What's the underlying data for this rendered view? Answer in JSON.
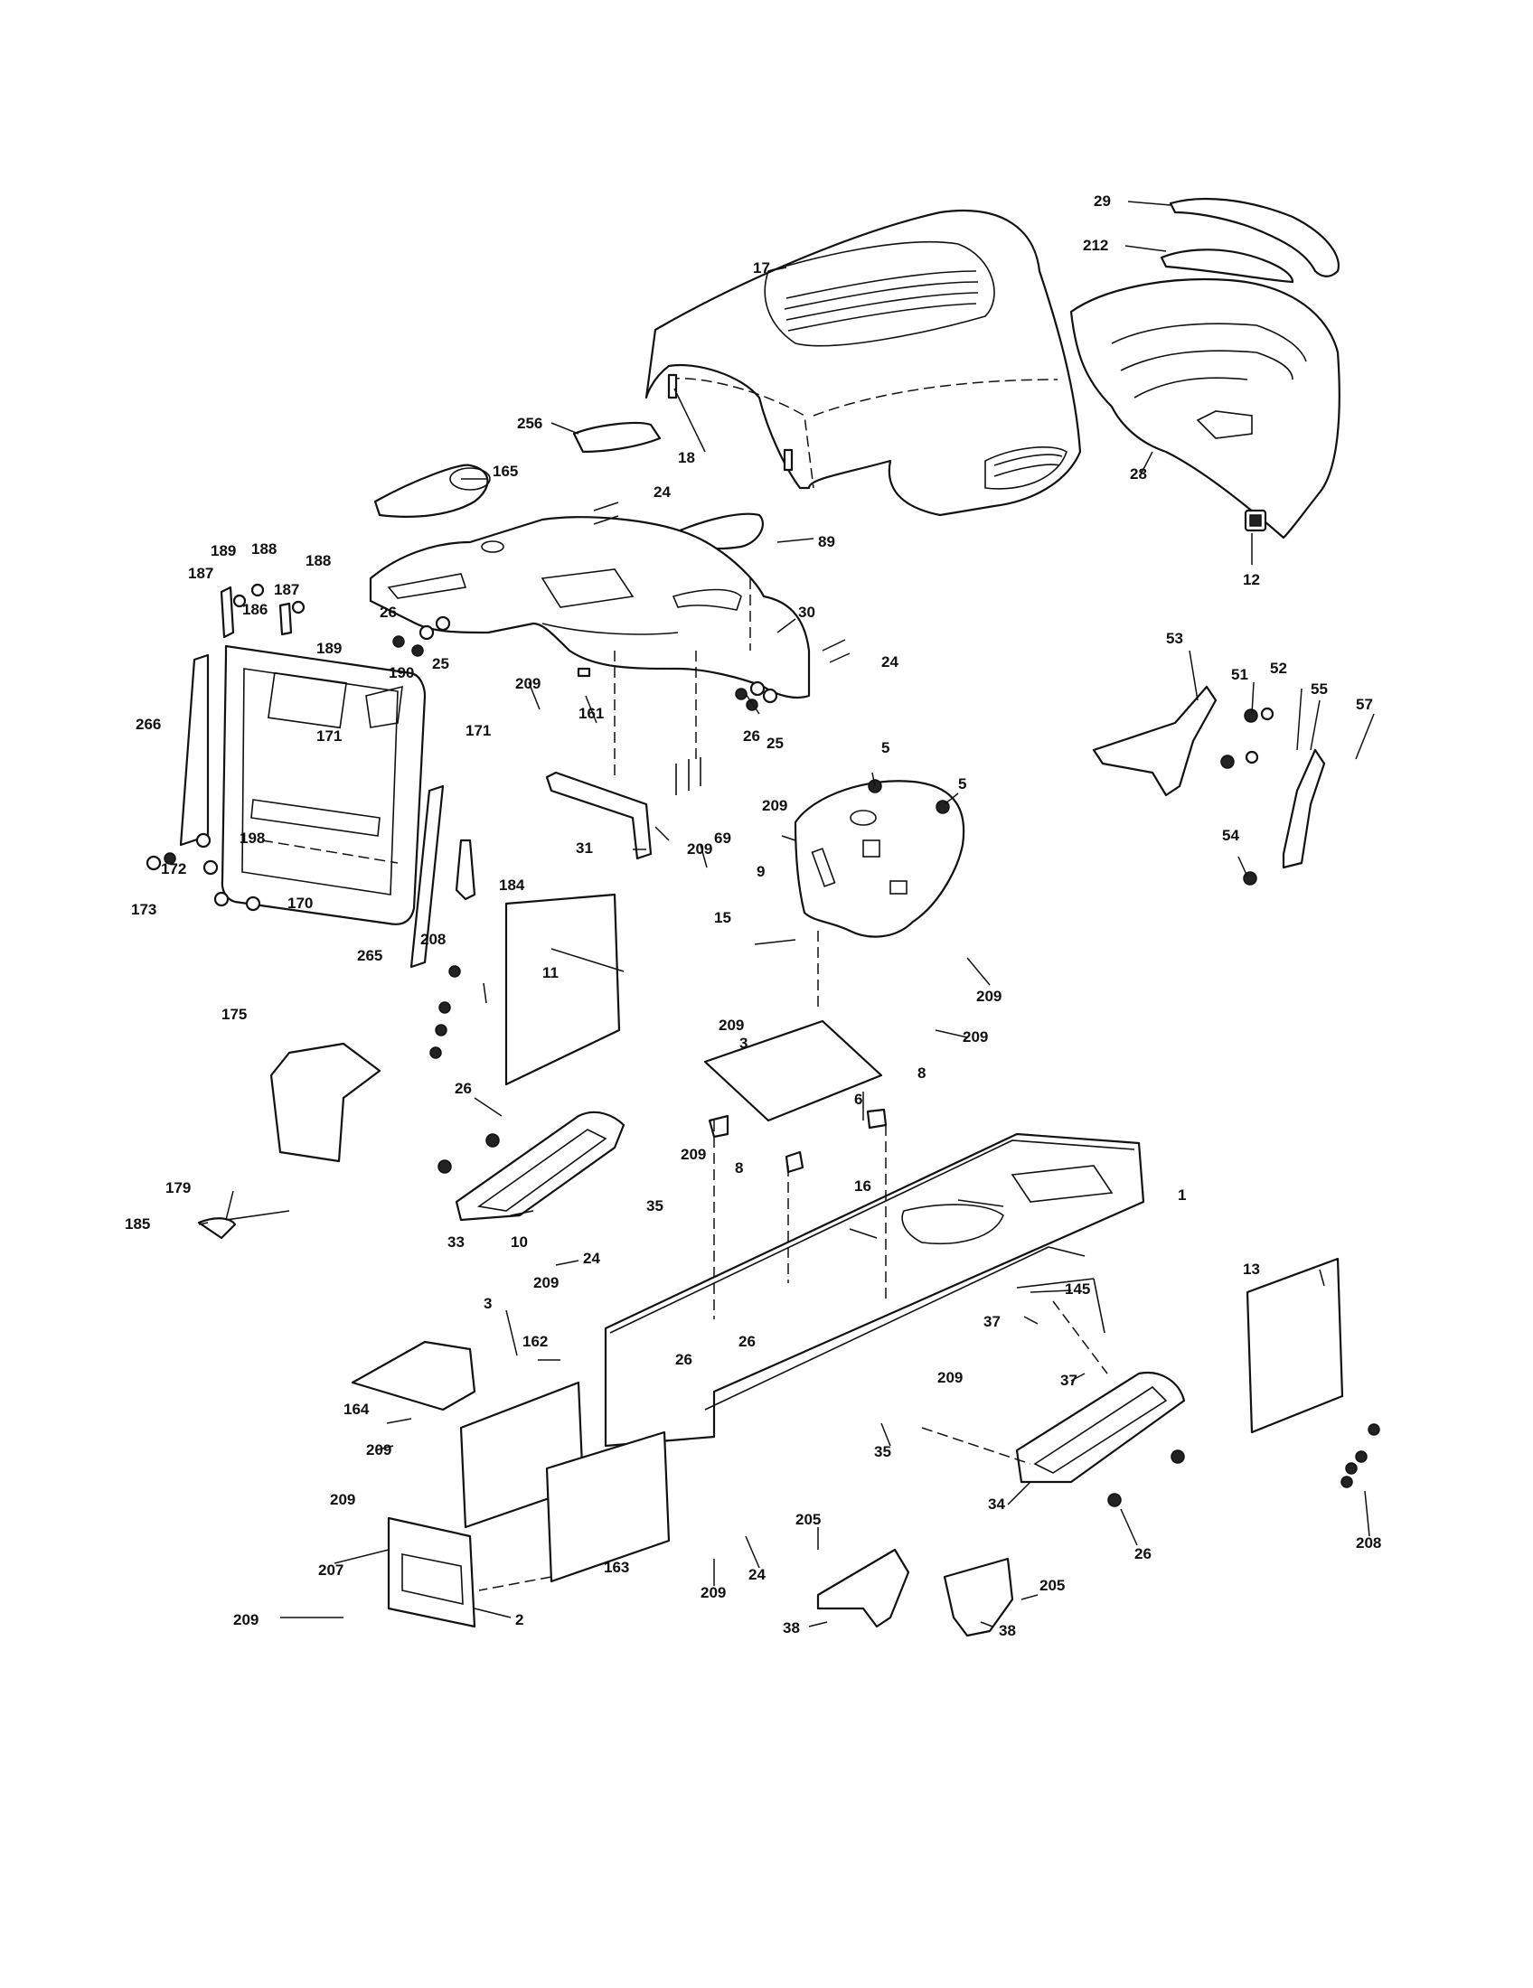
{
  "diagram": {
    "labels": [
      {
        "id": "l29",
        "text": "29"
      },
      {
        "id": "l212",
        "text": "212"
      },
      {
        "id": "l17",
        "text": "17"
      },
      {
        "id": "l256",
        "text": "256"
      },
      {
        "id": "l18",
        "text": "18"
      },
      {
        "id": "l28",
        "text": "28"
      },
      {
        "id": "l165",
        "text": "165"
      },
      {
        "id": "l24a",
        "text": "24"
      },
      {
        "id": "l89",
        "text": "89"
      },
      {
        "id": "l12",
        "text": "12"
      },
      {
        "id": "l189a",
        "text": "189"
      },
      {
        "id": "l188a",
        "text": "188"
      },
      {
        "id": "l187a",
        "text": "187"
      },
      {
        "id": "l188b",
        "text": "188"
      },
      {
        "id": "l186",
        "text": "186"
      },
      {
        "id": "l187b",
        "text": "187"
      },
      {
        "id": "l189b",
        "text": "189"
      },
      {
        "id": "l26a",
        "text": "26"
      },
      {
        "id": "l25a",
        "text": "25"
      },
      {
        "id": "l30",
        "text": "30"
      },
      {
        "id": "l24b",
        "text": "24"
      },
      {
        "id": "l190",
        "text": "190"
      },
      {
        "id": "l209a",
        "text": "209"
      },
      {
        "id": "l161",
        "text": "161"
      },
      {
        "id": "l26b",
        "text": "26"
      },
      {
        "id": "l25b",
        "text": "25"
      },
      {
        "id": "l266",
        "text": "266"
      },
      {
        "id": "l171a",
        "text": "171"
      },
      {
        "id": "l171b",
        "text": "171"
      },
      {
        "id": "l53",
        "text": "53"
      },
      {
        "id": "l51",
        "text": "51"
      },
      {
        "id": "l52",
        "text": "52"
      },
      {
        "id": "l55",
        "text": "55"
      },
      {
        "id": "l57",
        "text": "57"
      },
      {
        "id": "l5a",
        "text": "5"
      },
      {
        "id": "l5b",
        "text": "5"
      },
      {
        "id": "l69",
        "text": "69"
      },
      {
        "id": "l209b",
        "text": "209"
      },
      {
        "id": "l31",
        "text": "31"
      },
      {
        "id": "l209c",
        "text": "209"
      },
      {
        "id": "l198",
        "text": "198"
      },
      {
        "id": "l172",
        "text": "172"
      },
      {
        "id": "l173",
        "text": "173"
      },
      {
        "id": "l170",
        "text": "170"
      },
      {
        "id": "l265",
        "text": "265"
      },
      {
        "id": "l184",
        "text": "184"
      },
      {
        "id": "l54",
        "text": "54"
      },
      {
        "id": "l9",
        "text": "9"
      },
      {
        "id": "l11",
        "text": "11"
      },
      {
        "id": "l15",
        "text": "15"
      },
      {
        "id": "l209d",
        "text": "209"
      },
      {
        "id": "l208a",
        "text": "208"
      },
      {
        "id": "l209e",
        "text": "209"
      },
      {
        "id": "l3a",
        "text": "3"
      },
      {
        "id": "l209f",
        "text": "209"
      },
      {
        "id": "l175",
        "text": "175"
      },
      {
        "id": "l8a",
        "text": "8"
      },
      {
        "id": "l26c",
        "text": "26"
      },
      {
        "id": "l6",
        "text": "6"
      },
      {
        "id": "l209g",
        "text": "209"
      },
      {
        "id": "l8b",
        "text": "8"
      },
      {
        "id": "l1",
        "text": "1"
      },
      {
        "id": "l179",
        "text": "179"
      },
      {
        "id": "l16",
        "text": "16"
      },
      {
        "id": "l35a",
        "text": "35"
      },
      {
        "id": "l185",
        "text": "185"
      },
      {
        "id": "l33",
        "text": "33"
      },
      {
        "id": "l10",
        "text": "10"
      },
      {
        "id": "l24c",
        "text": "24"
      },
      {
        "id": "l209h",
        "text": "209"
      },
      {
        "id": "l13",
        "text": "13"
      },
      {
        "id": "l145",
        "text": "145"
      },
      {
        "id": "l3b",
        "text": "3"
      },
      {
        "id": "l162",
        "text": "162"
      },
      {
        "id": "l26d",
        "text": "26"
      },
      {
        "id": "l37a",
        "text": "37"
      },
      {
        "id": "l26e",
        "text": "26"
      },
      {
        "id": "l209i",
        "text": "209"
      },
      {
        "id": "l37b",
        "text": "37"
      },
      {
        "id": "l164",
        "text": "164"
      },
      {
        "id": "l209j",
        "text": "209"
      },
      {
        "id": "l35b",
        "text": "35"
      },
      {
        "id": "l34",
        "text": "34"
      },
      {
        "id": "l209k",
        "text": "209"
      },
      {
        "id": "l205a",
        "text": "205"
      },
      {
        "id": "l207",
        "text": "207"
      },
      {
        "id": "l163",
        "text": "163"
      },
      {
        "id": "l209l",
        "text": "209"
      },
      {
        "id": "l24d",
        "text": "24"
      },
      {
        "id": "l26f",
        "text": "26"
      },
      {
        "id": "l208b",
        "text": "208"
      },
      {
        "id": "l205b",
        "text": "205"
      },
      {
        "id": "l38a",
        "text": "38"
      },
      {
        "id": "l209m",
        "text": "209"
      },
      {
        "id": "l2",
        "text": "2"
      },
      {
        "id": "l38b",
        "text": "38"
      }
    ]
  }
}
